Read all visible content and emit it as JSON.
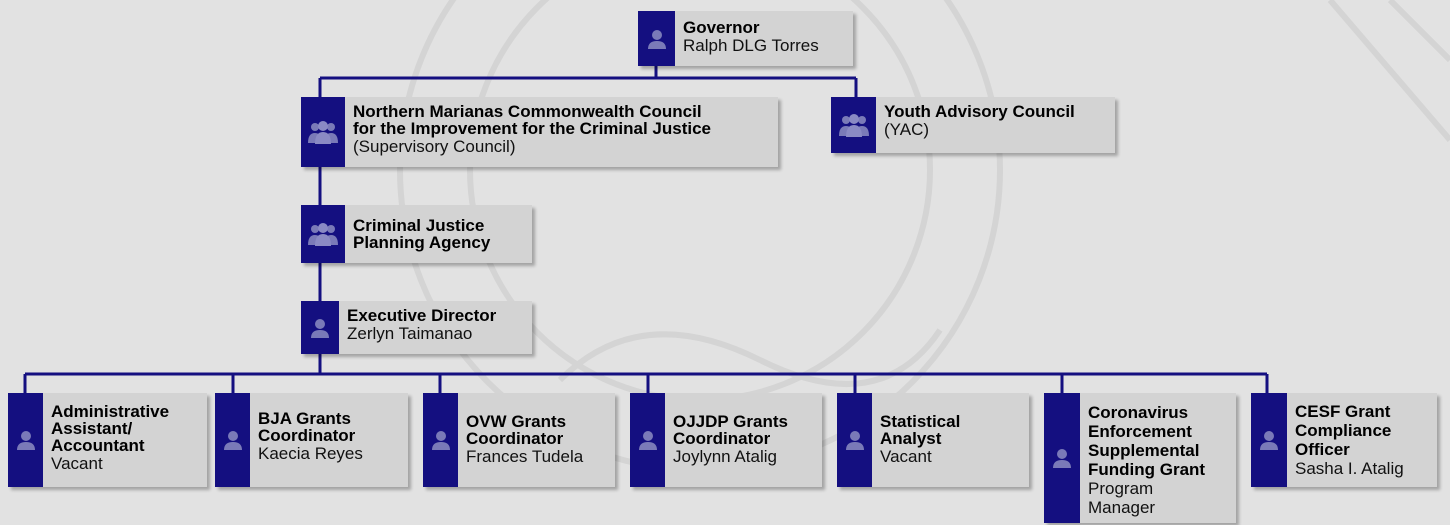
{
  "chart": {
    "governor": {
      "title": "Governor",
      "subtitle": "Ralph DLG Torres",
      "icon": "person-icon"
    },
    "council": {
      "title": "Northern Marianas Commonwealth Council\nfor the Improvement for the Criminal Justice",
      "subtitle": "(Supervisory Council)",
      "icon": "group-icon"
    },
    "yac": {
      "title": "Youth Advisory Council",
      "subtitle": "(YAC)",
      "icon": "group-icon"
    },
    "cjpa": {
      "title": "Criminal Justice\nPlanning Agency",
      "subtitle": "",
      "icon": "group-icon"
    },
    "director": {
      "title": "Executive Director",
      "subtitle": "Zerlyn Taimanao",
      "icon": "person-icon"
    },
    "staff": [
      {
        "title": "Administrative\nAssistant/\nAccountant",
        "subtitle": "Vacant",
        "icon": "person-icon"
      },
      {
        "title": "BJA Grants\nCoordinator",
        "subtitle": "Kaecia Reyes",
        "icon": "person-icon"
      },
      {
        "title": "OVW Grants\nCoordinator",
        "subtitle": "Frances Tudela",
        "icon": "person-icon"
      },
      {
        "title": "OJJDP Grants\nCoordinator",
        "subtitle": "Joylynn Atalig",
        "icon": "person-icon"
      },
      {
        "title": "Statistical\nAnalyst",
        "subtitle": "Vacant",
        "icon": "person-icon"
      },
      {
        "title": "Coronavirus\nEnforcement\nSupplemental\nFunding Grant",
        "subtitle": "Program\nManager",
        "icon": "person-icon"
      },
      {
        "title": "CESF Grant\nCompliance\nOfficer",
        "subtitle": "Sasha I. Atalig",
        "icon": "person-icon"
      }
    ]
  },
  "colors": {
    "accent": "#140f80",
    "box": "#d3d3d3",
    "background": "#e2e2e2",
    "connector": "#140f80"
  }
}
